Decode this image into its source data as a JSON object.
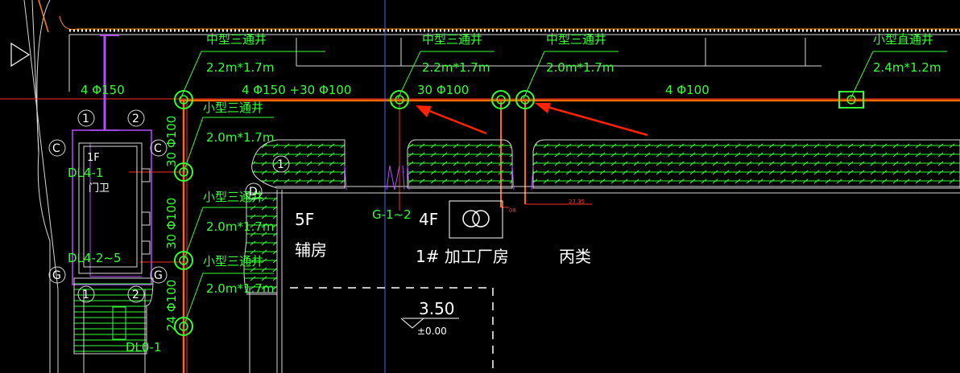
{
  "wells": [
    {
      "type": "中型三通井",
      "size": "2.2m*1.7m"
    },
    {
      "type": "中型三通井",
      "size": "2.2m*1.7m"
    },
    {
      "type": "中型三通井",
      "size": "2.0m*1.7m"
    },
    {
      "type": "小型直通井",
      "size": "2.4m*1.2m"
    },
    {
      "type": "小型三通井",
      "size": "2.0m*1.7m"
    },
    {
      "type": "小型三通井",
      "size": "2.0m*1.7m"
    },
    {
      "type": "小型三通井",
      "size": "2.0m*1.7m"
    }
  ],
  "pipes": {
    "seg1": "4 Φ150",
    "seg2": "4 Φ150 +30 Φ100",
    "seg3": "30 Φ100",
    "seg4": "4 Φ100",
    "v1": "30 Φ100",
    "v2": "30 Φ100",
    "v3": "24 Φ100"
  },
  "axes": {
    "a1": "1",
    "a2": "2",
    "c": "C",
    "g": "G",
    "d": "D",
    "a1b": "1"
  },
  "labels": {
    "dl1": "DL4-1",
    "dl2": "DL4-2~5",
    "dl3": "DL0-1",
    "g12": "G-1~2",
    "small_1f": "1F",
    "small_door": "门卫",
    "elev_red": "27.35",
    "red_small": "08"
  },
  "buildings": {
    "b1_floors": "5F",
    "b1_name": "辅房",
    "b2_floors": "4F",
    "b2_name": "1# 加工厂房",
    "b2_class": "丙类"
  },
  "elevation": {
    "value": "3.50",
    "base": "±0.00"
  }
}
